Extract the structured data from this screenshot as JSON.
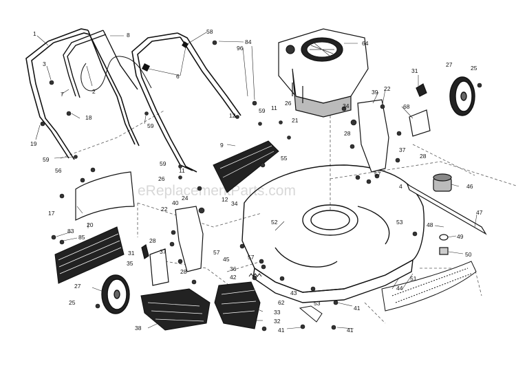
{
  "diagram": {
    "title": "",
    "watermark": "eReplacementParts.com",
    "part_numbers": [
      "1",
      "2",
      "3",
      "4",
      "6",
      "7",
      "8",
      "9",
      "11",
      "12",
      "17",
      "18",
      "19",
      "20",
      "21",
      "22",
      "24",
      "25",
      "26",
      "27",
      "28",
      "31",
      "32",
      "33",
      "34",
      "35",
      "36",
      "37",
      "38",
      "39",
      "40",
      "41",
      "42",
      "43",
      "44",
      "45",
      "46",
      "47",
      "48",
      "49",
      "50",
      "51",
      "52",
      "53",
      "55",
      "56",
      "57",
      "58",
      "59",
      "62",
      "64",
      "68",
      "83",
      "84",
      "85",
      "96"
    ]
  }
}
